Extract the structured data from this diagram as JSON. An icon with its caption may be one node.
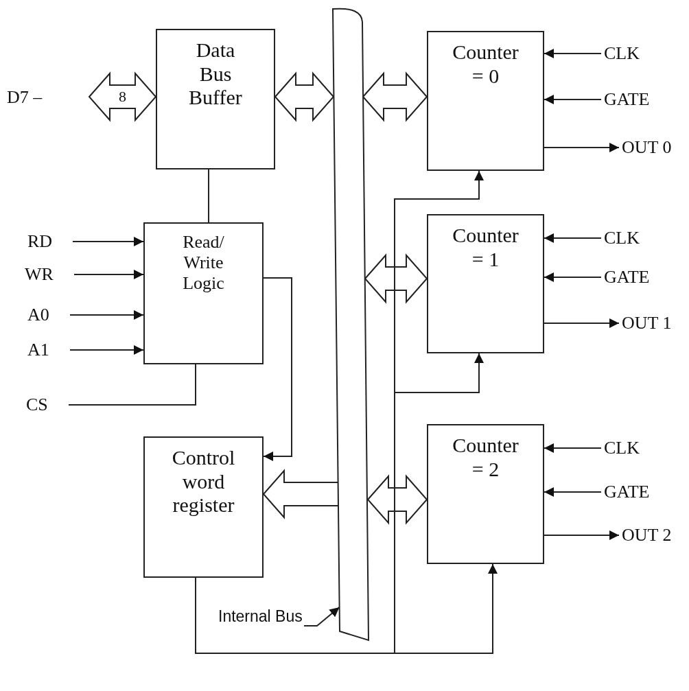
{
  "diagram": {
    "nodes": [
      {
        "text": [
          "Data Bus Buffer"
        ]
      },
      {
        "text": [],
        "shape": "bar"
      },
      {
        "text": [
          "Counter = 0"
        ]
      },
      {
        "text": [
          "CLK"
        ]
      },
      {
        "text": [
          "GATE"
        ]
      },
      {
        "text": [
          "OUT 0"
        ]
      },
      {
        "text": [
          "RD"
        ]
      },
      {
        "text": [
          "WR"
        ]
      },
      {
        "text": [
          "A0"
        ]
      },
      {
        "text": [
          "A1"
        ]
      },
      {
        "text": [
          "Read/ Write Logic"
        ]
      },
      {
        "text": [
          "CS"
        ]
      },
      {
        "text": [
          "Counter = 1"
        ]
      },
      {
        "text": [
          "CLK"
        ]
      },
      {
        "text": [
          "GATE"
        ]
      },
      {
        "text": [
          "OUT 1"
        ]
      },
      {
        "text": [
          "Control word register"
        ]
      },
      {
        "text": [
          "Counter = 2"
        ]
      },
      {
        "text": [
          "CLK"
        ]
      },
      {
        "text": [
          "GATE"
        ]
      },
      {
        "text": [
          "OUT 2"
        ]
      },
      {
        "text": [
          "Internal Bus"
        ]
      }
    ],
    "edges": [
      {
        "from": null,
        "to": 0,
        "arrow": "both",
        "label": "8"
      },
      {
        "from": 0,
        "to": 1,
        "arrow": "both"
      },
      {
        "from": 1,
        "to": 2,
        "arrow": "both"
      },
      {
        "from": 1,
        "to": 12,
        "arrow": "both"
      },
      {
        "from": 1,
        "to": 17,
        "arrow": "both"
      },
      {
        "from": 1,
        "to": 16,
        "arrow": "to"
      },
      {
        "from": 0,
        "to": 10,
        "arrow": "none"
      },
      {
        "from": 6,
        "to": 10,
        "arrow": "to"
      },
      {
        "from": 7,
        "to": 10,
        "arrow": "to"
      },
      {
        "from": 8,
        "to": 10,
        "arrow": "to"
      },
      {
        "from": 9,
        "to": 10,
        "arrow": "to"
      },
      {
        "from": 11,
        "to": 10,
        "arrow": "none"
      },
      {
        "from": 10,
        "to": 16,
        "arrow": "to"
      },
      {
        "from": 16,
        "to": 2,
        "arrow": "to"
      },
      {
        "from": 16,
        "to": 12,
        "arrow": "to"
      },
      {
        "from": 16,
        "to": 17,
        "arrow": "to"
      },
      {
        "from": 3,
        "to": 2,
        "arrow": "to"
      },
      {
        "from": 4,
        "to": 2,
        "arrow": "to"
      },
      {
        "from": 2,
        "to": 5,
        "arrow": "to"
      },
      {
        "from": 13,
        "to": 12,
        "arrow": "to"
      },
      {
        "from": 14,
        "to": 12,
        "arrow": "to"
      },
      {
        "from": 12,
        "to": 15,
        "arrow": "to"
      },
      {
        "from": 18,
        "to": 17,
        "arrow": "to"
      },
      {
        "from": 19,
        "to": 17,
        "arrow": "to"
      },
      {
        "from": 17,
        "to": 20,
        "arrow": "to"
      },
      {
        "from": 21,
        "to": 1,
        "arrow": "to"
      }
    ],
    "labels": [
      "D7 –"
    ]
  }
}
